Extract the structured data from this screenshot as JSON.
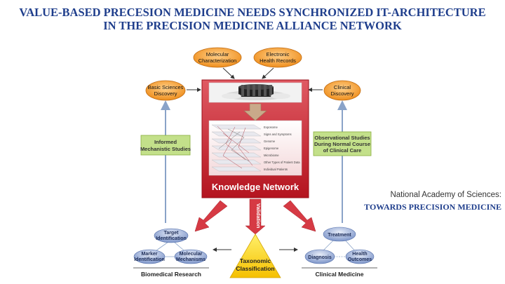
{
  "title": {
    "line1": "VALUE-BASED PRECESION MEDICINE NEEDS SYNCHRONIZED IT-ARCHITECTURE",
    "line2": "IN THE PRECISION MEDICINE ALLIANCE NETWORK"
  },
  "top_inputs": {
    "molecular": [
      "Molecular",
      "Characterization"
    ],
    "ehr": [
      "Electronic",
      "Health Records"
    ]
  },
  "side_nodes": {
    "basic": [
      "Basic Sciences",
      "Discovery"
    ],
    "clinical": [
      "Clinical",
      "Discovery"
    ]
  },
  "green_boxes": {
    "left": [
      "Informed",
      "Mechanistic Studies"
    ],
    "right": [
      "Observational Studies",
      "During Normal Course",
      "of Clinical Care"
    ]
  },
  "knowledge_network": {
    "label": "Knowledge Network",
    "layers": [
      "Exposome",
      "Signs and Symptoms",
      "Genome",
      "Epigenome",
      "Microbiome",
      "Other Types of Patient Data",
      "Individual Patients"
    ]
  },
  "validation_label": "Validation",
  "biomedical_research": {
    "label": "Biomedical Research",
    "nodes": {
      "target": [
        "Target",
        "Identification"
      ],
      "marker": [
        "Marker",
        "Identification"
      ],
      "molecular": [
        "Molecular",
        "Mechanisms"
      ]
    }
  },
  "clinical_medicine": {
    "label": "Clinical Medicine",
    "nodes": {
      "treatment": [
        "Treatment"
      ],
      "diagnosis": [
        "Diagnosis"
      ],
      "health": [
        "Health",
        "Outcomes"
      ]
    }
  },
  "taxonomic": [
    "Taxonomic",
    "Classification"
  ],
  "credit": {
    "line1": "National Academy of Sciences:",
    "line2": "TOWARDS PRECISION MEDICINE"
  },
  "colors": {
    "title_blue": "#1f3e8c",
    "network_red": "#c8202f",
    "oval_orange": "#f39a2e",
    "green_box": "#c3e08a",
    "taxonomic_yellow": "#ffd400",
    "side_arrow_blue": "#8aa3c8"
  }
}
